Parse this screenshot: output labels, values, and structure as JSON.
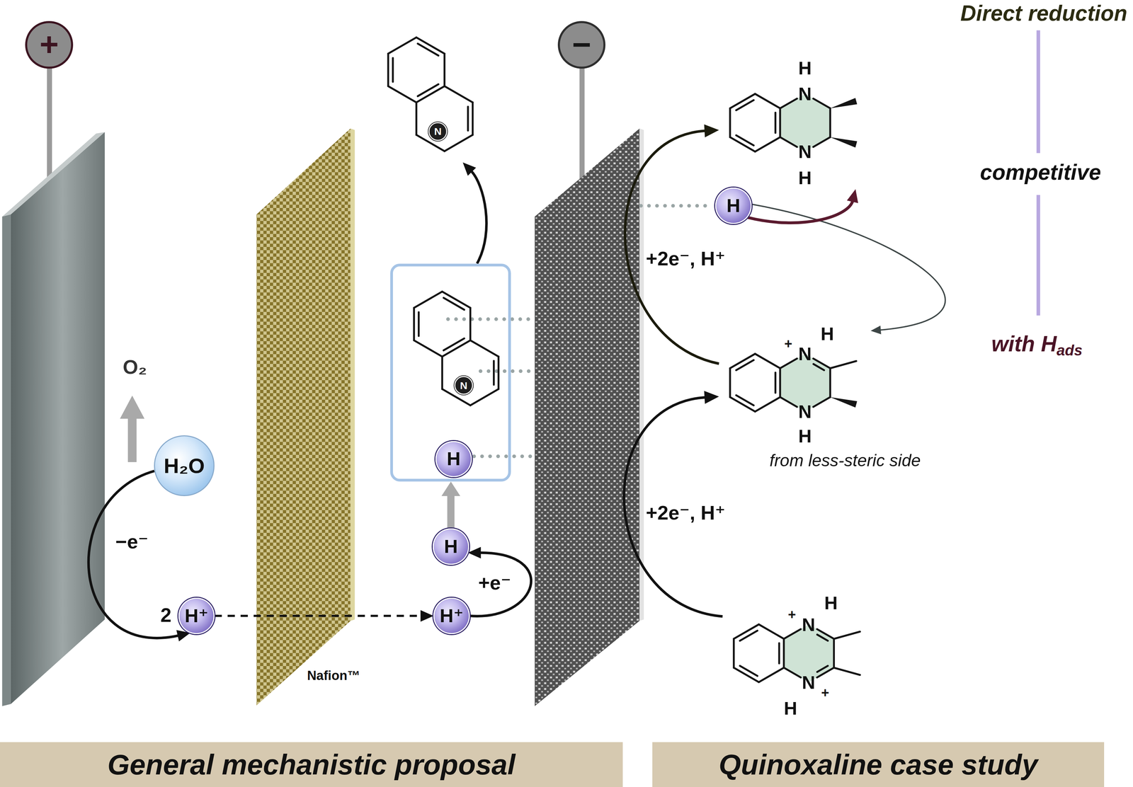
{
  "diagram": {
    "nodes": [
      {
        "text": [
          "+"
        ]
      },
      {
        "text": [
          "−"
        ]
      },
      {
        "text": [
          "H₂O"
        ]
      },
      {
        "text": [
          "H⁺"
        ]
      },
      {
        "text": [
          "H⁺"
        ]
      },
      {
        "text": [
          "H"
        ]
      },
      {
        "text": []
      },
      {
        "text": [
          "N"
        ],
        "in": 6
      },
      {
        "text": [
          "H"
        ],
        "in": 6
      },
      {
        "text": [
          "N"
        ]
      },
      {
        "text": [
          "H"
        ]
      },
      {
        "text": [
          "H",
          "N",
          "N",
          "H"
        ]
      },
      {
        "text": [
          "H",
          "+",
          "N",
          "N",
          "H"
        ]
      },
      {
        "text": [
          "H",
          "+",
          "N",
          "N",
          "+",
          "H"
        ]
      },
      {
        "text": [
          "General mechanistic proposal"
        ]
      },
      {
        "text": [
          "Quinoxaline case study"
        ]
      }
    ],
    "edges": [
      {
        "from": 2,
        "to": 3,
        "label": "−e⁻",
        "arrow": "to"
      },
      {
        "from": 3,
        "to": 4,
        "arrow": "to"
      },
      {
        "from": 4,
        "to": 5,
        "label": "+e⁻",
        "arrow": "to"
      },
      {
        "from": 5,
        "to": 6,
        "arrow": "to"
      },
      {
        "from": 6,
        "to": 9,
        "arrow": "to"
      },
      {
        "from": 13,
        "to": 12,
        "label": "+2e⁻, H⁺",
        "arrow": "to"
      },
      {
        "from": 12,
        "to": 11,
        "label": "+2e⁻, H⁺",
        "arrow": "to"
      },
      {
        "from": 10,
        "to": 12,
        "arrow": "to"
      },
      {
        "from": 10,
        "to": 11,
        "arrow": "to"
      }
    ],
    "labels": [
      "O₂",
      "2",
      "Nafion™",
      "Direct reduction",
      "competitive",
      "with H",
      "ads",
      "from less-steric side"
    ]
  }
}
